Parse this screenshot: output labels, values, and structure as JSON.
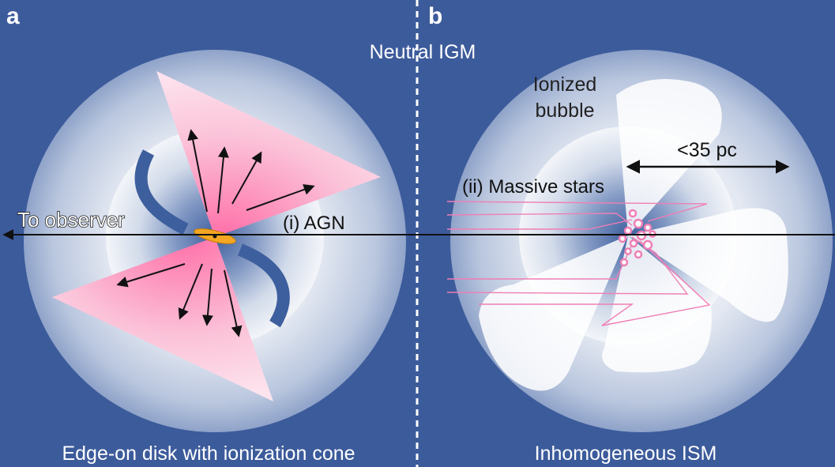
{
  "panel_a": {
    "letter": "a",
    "caption": "Edge-on disk with ionization cone",
    "to_observer": "To observer",
    "agn_label": "(i) AGN"
  },
  "panel_b": {
    "letter": "b",
    "caption": "Inhomogeneous ISM",
    "bubble_label_line1": "Ionized",
    "bubble_label_line2": "bubble",
    "scale_label": "<35 pc",
    "stars_label": "(ii) Massive stars"
  },
  "shared": {
    "igm_label": "Neutral IGM"
  },
  "colors": {
    "background": "#3c5b9b",
    "cone": "#f7a9c8",
    "cone_core": "#ff6fa8",
    "disk": "#3e5f9e",
    "agn_core": "#f5a623",
    "star": "#ef7fb5",
    "text_light": "#ffffff",
    "text_dark": "#111111"
  },
  "icons": {
    "observer_arrow": "arrow-left-icon",
    "scale_arrow": "double-arrow-icon"
  }
}
